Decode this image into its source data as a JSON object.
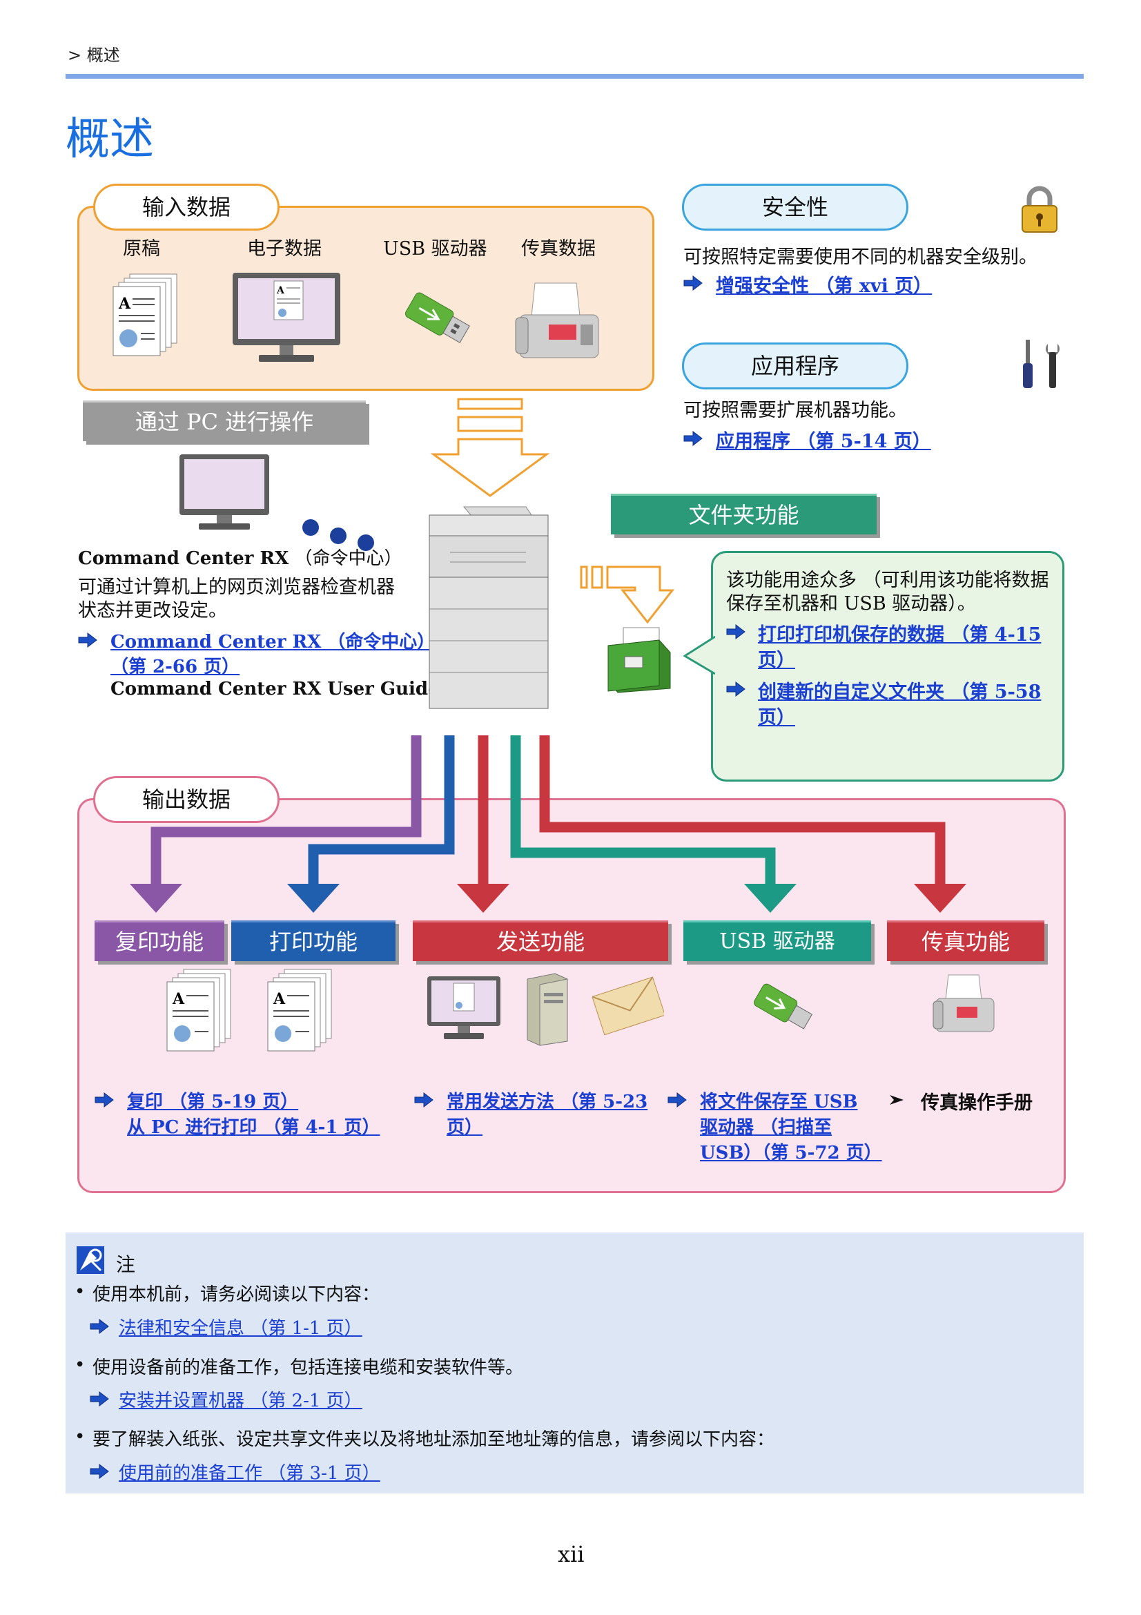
{
  "breadcrumb": "> 概述",
  "page_title": "概述",
  "input": {
    "title": "输入数据",
    "items": [
      "原稿",
      "电子数据",
      "USB 驱动器",
      "传真数据"
    ]
  },
  "security": {
    "title": "安全性",
    "desc": "可按照特定需要使用不同的机器安全级别。",
    "link": "增强安全性 （第 xvi 页）"
  },
  "application": {
    "title": "应用程序",
    "desc": "可按照需要扩展机器功能。",
    "link": "应用程序 （第 5-14 页）"
  },
  "pc": {
    "title": "通过 PC 进行操作",
    "name_bold": "Command Center RX",
    "name_paren": "（命令中心）",
    "desc_line1": "可通过计算机上的网页浏览器检查机器",
    "desc_line2": "状态并更改设定。",
    "link_line1": "Command Center RX （命令中心）",
    "link_line2": "（第 2-66 页）",
    "guide": "Command Center RX User Guide"
  },
  "folder": {
    "title": "文件夹功能",
    "desc_line1": "该功能用途众多 （可利用该功能将数据",
    "desc_line2": "保存至机器和 USB 驱动器）。",
    "link1_line1": "打印打印机保存的数据 （第  4-15",
    "link1_line2": "页）",
    "link2_line1": "创建新的自定义文件夹 （第  5-58",
    "link2_line2": "页）"
  },
  "output": {
    "title": "输出数据",
    "functions": [
      {
        "label": "复印功能",
        "color": "#8a56a6"
      },
      {
        "label": "打印功能",
        "color": "#1f5fae"
      },
      {
        "label": "发送功能",
        "color": "#c8363f"
      },
      {
        "label": "USB 驱动器",
        "color": "#1c9a86"
      },
      {
        "label": "传真功能",
        "color": "#c8363f"
      }
    ],
    "copy_link": "复印 （第 5-19 页）",
    "print_link": "从 PC 进行打印 （第 4-1 页）",
    "send_link_line1": "常用发送方法 （第 5-23",
    "send_link_line2": "页）",
    "usb_link_line1": "将文件保存至 USB",
    "usb_link_line2": "驱动器 （扫描至",
    "usb_link_line3": "USB）（第 5-72 页）",
    "fax_text": "传真操作手册"
  },
  "note": {
    "title": "注",
    "b1": "使用本机前，请务必阅读以下内容：",
    "l1": "法律和安全信息 （第 1-1 页）",
    "b2": "使用设备前的准备工作，包括连接电缆和安装软件等。",
    "l2": "安装并设置机器 （第 2-1 页）",
    "b3": "要了解装入纸张、设定共享文件夹以及将地址添加至地址簿的信息，请参阅以下内容：",
    "l3": "使用前的准备工作 （第 3-1 页）"
  },
  "page_number": "xii",
  "colors": {
    "accent": "#1a6fe0",
    "rule": "#7fa6e6",
    "link": "#1a3fd1",
    "orange": "#f0a030",
    "pink": "#e07090",
    "green": "#2a9a78"
  }
}
